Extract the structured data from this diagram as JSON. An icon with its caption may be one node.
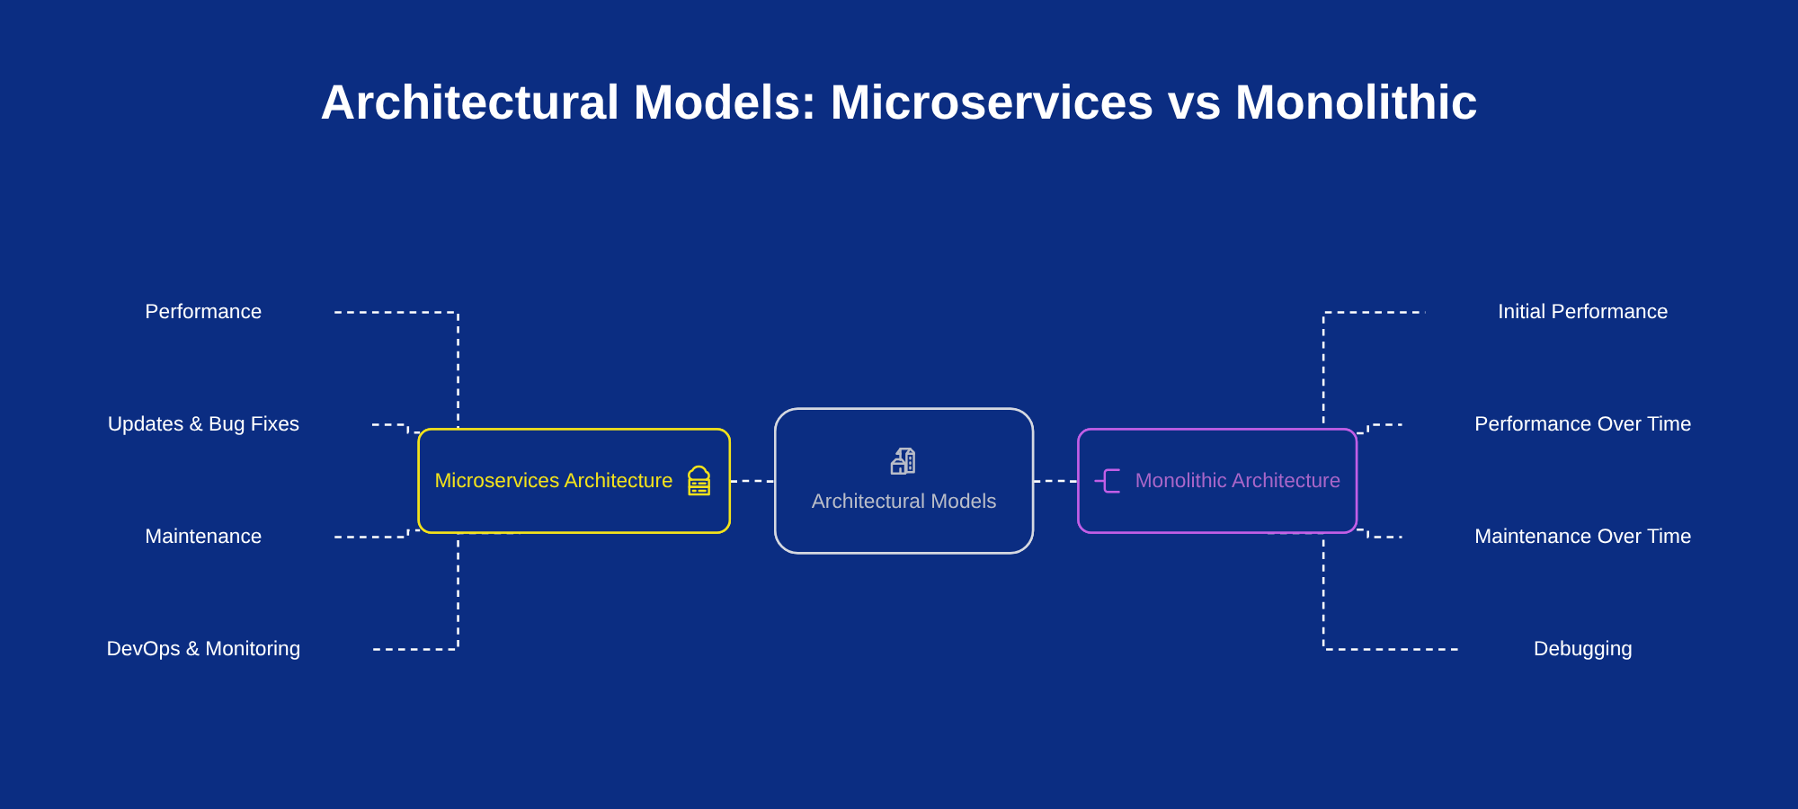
{
  "diagram": {
    "title": "Architectural Models: Microservices vs Monolithic",
    "nodes": [
      {
        "text": [
          "Microservices Architecture"
        ]
      },
      {
        "text": [
          "Performance"
        ]
      },
      {
        "text": [
          "Updates & Bug Fixes"
        ]
      },
      {
        "text": [
          "Maintenance"
        ]
      },
      {
        "text": [
          "DevOps & Monitoring"
        ]
      },
      {
        "text": [
          "Architectural Models"
        ]
      },
      {
        "text": [
          "Monolithic Architecture"
        ]
      },
      {
        "text": [
          "Initial Performance"
        ]
      },
      {
        "text": [
          "Performance Over Time"
        ]
      },
      {
        "text": [
          "Maintenance Over Time"
        ]
      },
      {
        "text": [
          "Debugging"
        ]
      }
    ],
    "edges": [
      {
        "from": 0,
        "to": 5,
        "arrow": "none",
        "style": "dashed"
      },
      {
        "from": 5,
        "to": 6,
        "arrow": "none",
        "style": "dashed"
      },
      {
        "from": 1,
        "to": 0,
        "arrow": "none",
        "style": "dashed"
      },
      {
        "from": 2,
        "to": 0,
        "arrow": "none",
        "style": "dashed"
      },
      {
        "from": 3,
        "to": 0,
        "arrow": "none",
        "style": "dashed"
      },
      {
        "from": 4,
        "to": 0,
        "arrow": "none",
        "style": "dashed"
      },
      {
        "from": 6,
        "to": 7,
        "arrow": "none",
        "style": "dashed"
      },
      {
        "from": 6,
        "to": 8,
        "arrow": "none",
        "style": "dashed"
      },
      {
        "from": 6,
        "to": 9,
        "arrow": "none",
        "style": "dashed"
      },
      {
        "from": 6,
        "to": 10,
        "arrow": "none",
        "style": "dashed"
      }
    ]
  }
}
